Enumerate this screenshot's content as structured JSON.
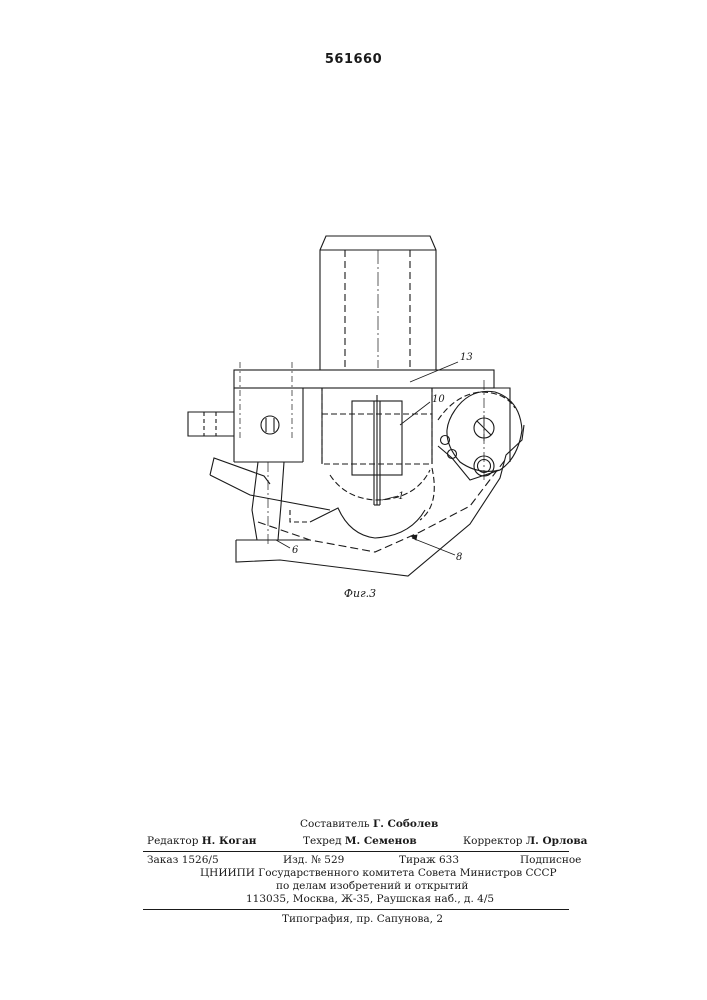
{
  "header": {
    "patent_number": "561660"
  },
  "figure": {
    "caption": "Фиг.3",
    "callouts": {
      "c13": "13",
      "c10": "10",
      "c1": "1",
      "c6": "6",
      "c8": "8"
    }
  },
  "imprint": {
    "compiler_label": "Составитель",
    "compiler_name": "Г. Соболев",
    "editor_label": "Редактор",
    "editor_name": "Н. Коган",
    "techred_label": "Техред",
    "techred_name": "М. Семенов",
    "corrector_label": "Корректор",
    "corrector_name": "Л. Орлова",
    "order": "Заказ 1526/5",
    "edition": "Изд. № 529",
    "circulation": "Тираж 633",
    "subscription": "Подписное",
    "institute": "ЦНИИПИ Государственного комитета Совета Министров СССР",
    "affairs": "по делам изобретений и открытий",
    "address": "113035, Москва, Ж-35, Раушская наб., д. 4/5",
    "printer": "Типография, пр. Сапунова, 2"
  }
}
